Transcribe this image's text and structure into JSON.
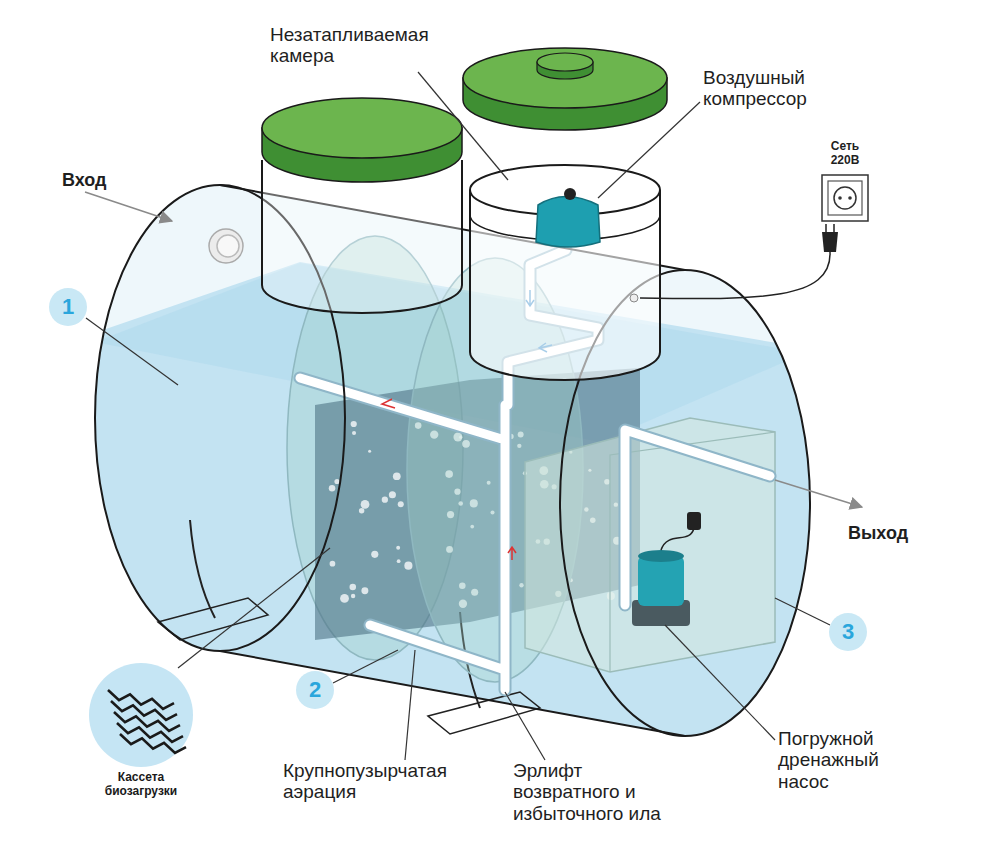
{
  "diagram": {
    "nodes": [
      {
        "text": [
          "1"
        ]
      },
      {
        "text": [
          "2"
        ]
      },
      {
        "text": [
          "3"
        ]
      },
      {
        "text": [
          "Кассета биозагрузки"
        ]
      }
    ],
    "labels": [
      "Незатапливаемая камера",
      "Воздушный компрессор",
      "Сеть 220В",
      "Вход",
      "Выход",
      "Крупнопузырчатая аэрация",
      "Эрлифт возвратного и избыточного ила",
      "Погружной дренажный насос"
    ]
  }
}
